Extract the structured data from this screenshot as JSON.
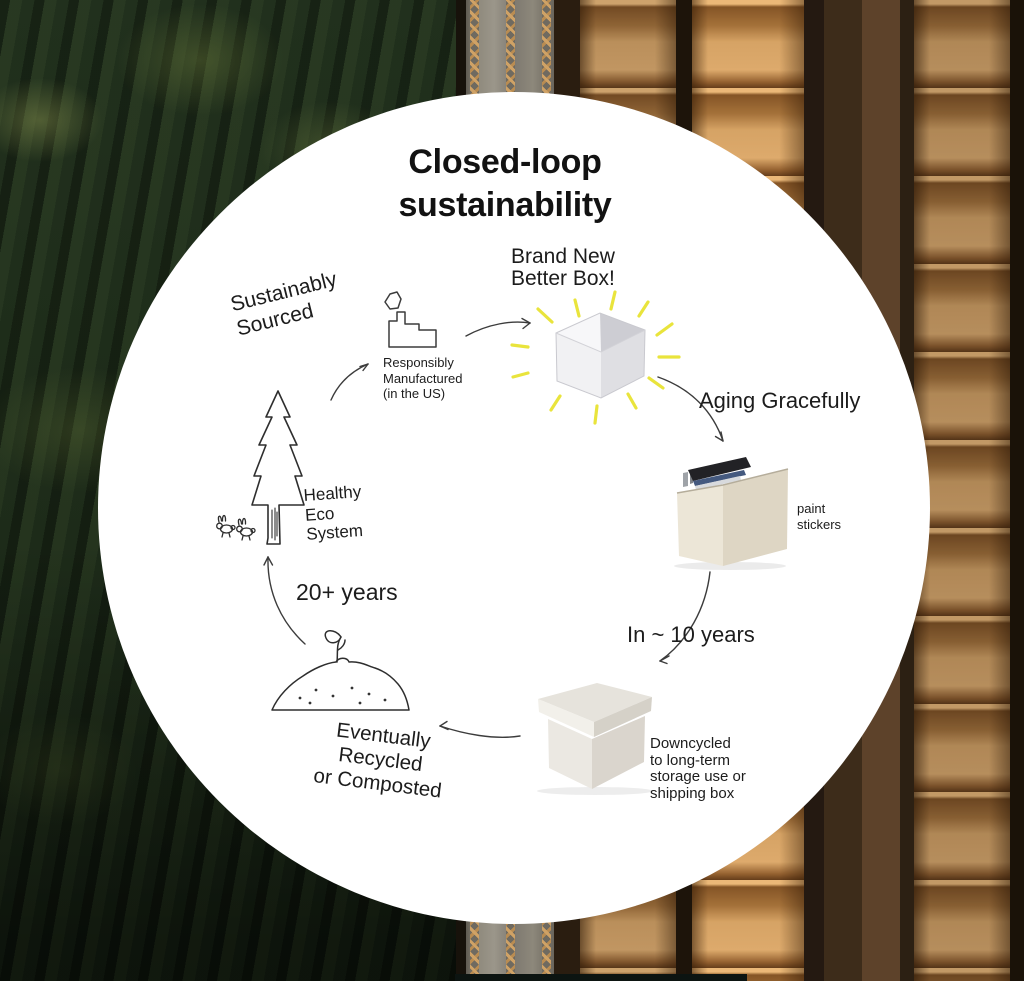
{
  "title": {
    "line1": "Closed-loop",
    "line2": "sustainability"
  },
  "labels": {
    "brand_new": {
      "line1": "Brand New",
      "line2": "Better Box!"
    },
    "sustainably": {
      "line1": "Sustainably",
      "line2": "Sourced"
    },
    "responsibly": {
      "line1": "Responsibly",
      "line2": "Manufactured",
      "line3": "(in the US)"
    },
    "aging": "Aging Gracefully",
    "paint_stickers": {
      "line1": "paint",
      "line2": "stickers"
    },
    "in_years": "In ~ 10 years",
    "downcycled": {
      "line1": "Downcycled",
      "line2": "to long-term",
      "line3": "storage use or",
      "line4": "shipping box"
    },
    "eventually": {
      "line1": "Eventually",
      "line2": "Recycled",
      "line3": "or Composted"
    },
    "years20": "20+ years",
    "healthy": {
      "line1": "Healthy",
      "line2": "Eco",
      "line3": "System"
    }
  },
  "cycle_stages": [
    "Sustainably Sourced",
    "Responsibly Manufactured (in the US)",
    "Brand New Better Box!",
    "Aging Gracefully (paint, stickers)",
    "In ~ 10 years: Downcycled to long-term storage use or shipping box",
    "Eventually Recycled or Composted",
    "20+ years: Healthy Eco System"
  ],
  "icons": {
    "factory": "factory-icon hand-drawn outline with smoke cloud",
    "tree": "pine-tree-icon hand-drawn outline",
    "rabbits": "rabbits-icon two hand-drawn rabbits",
    "compost": "compost-pile-icon mound with sprout",
    "sun_rays": "sun-rays-icon yellow dashes around new box",
    "arrows": "curved hand-drawn cycle arrows"
  },
  "colors": {
    "circle_bg": "#ffffff",
    "ink": "#3c3c3c",
    "ray_yellow": "#e9e43c",
    "forest_green": "#223420",
    "cardboard_tan": "#c79d6a",
    "grey_cardboard": "#8d887b"
  }
}
